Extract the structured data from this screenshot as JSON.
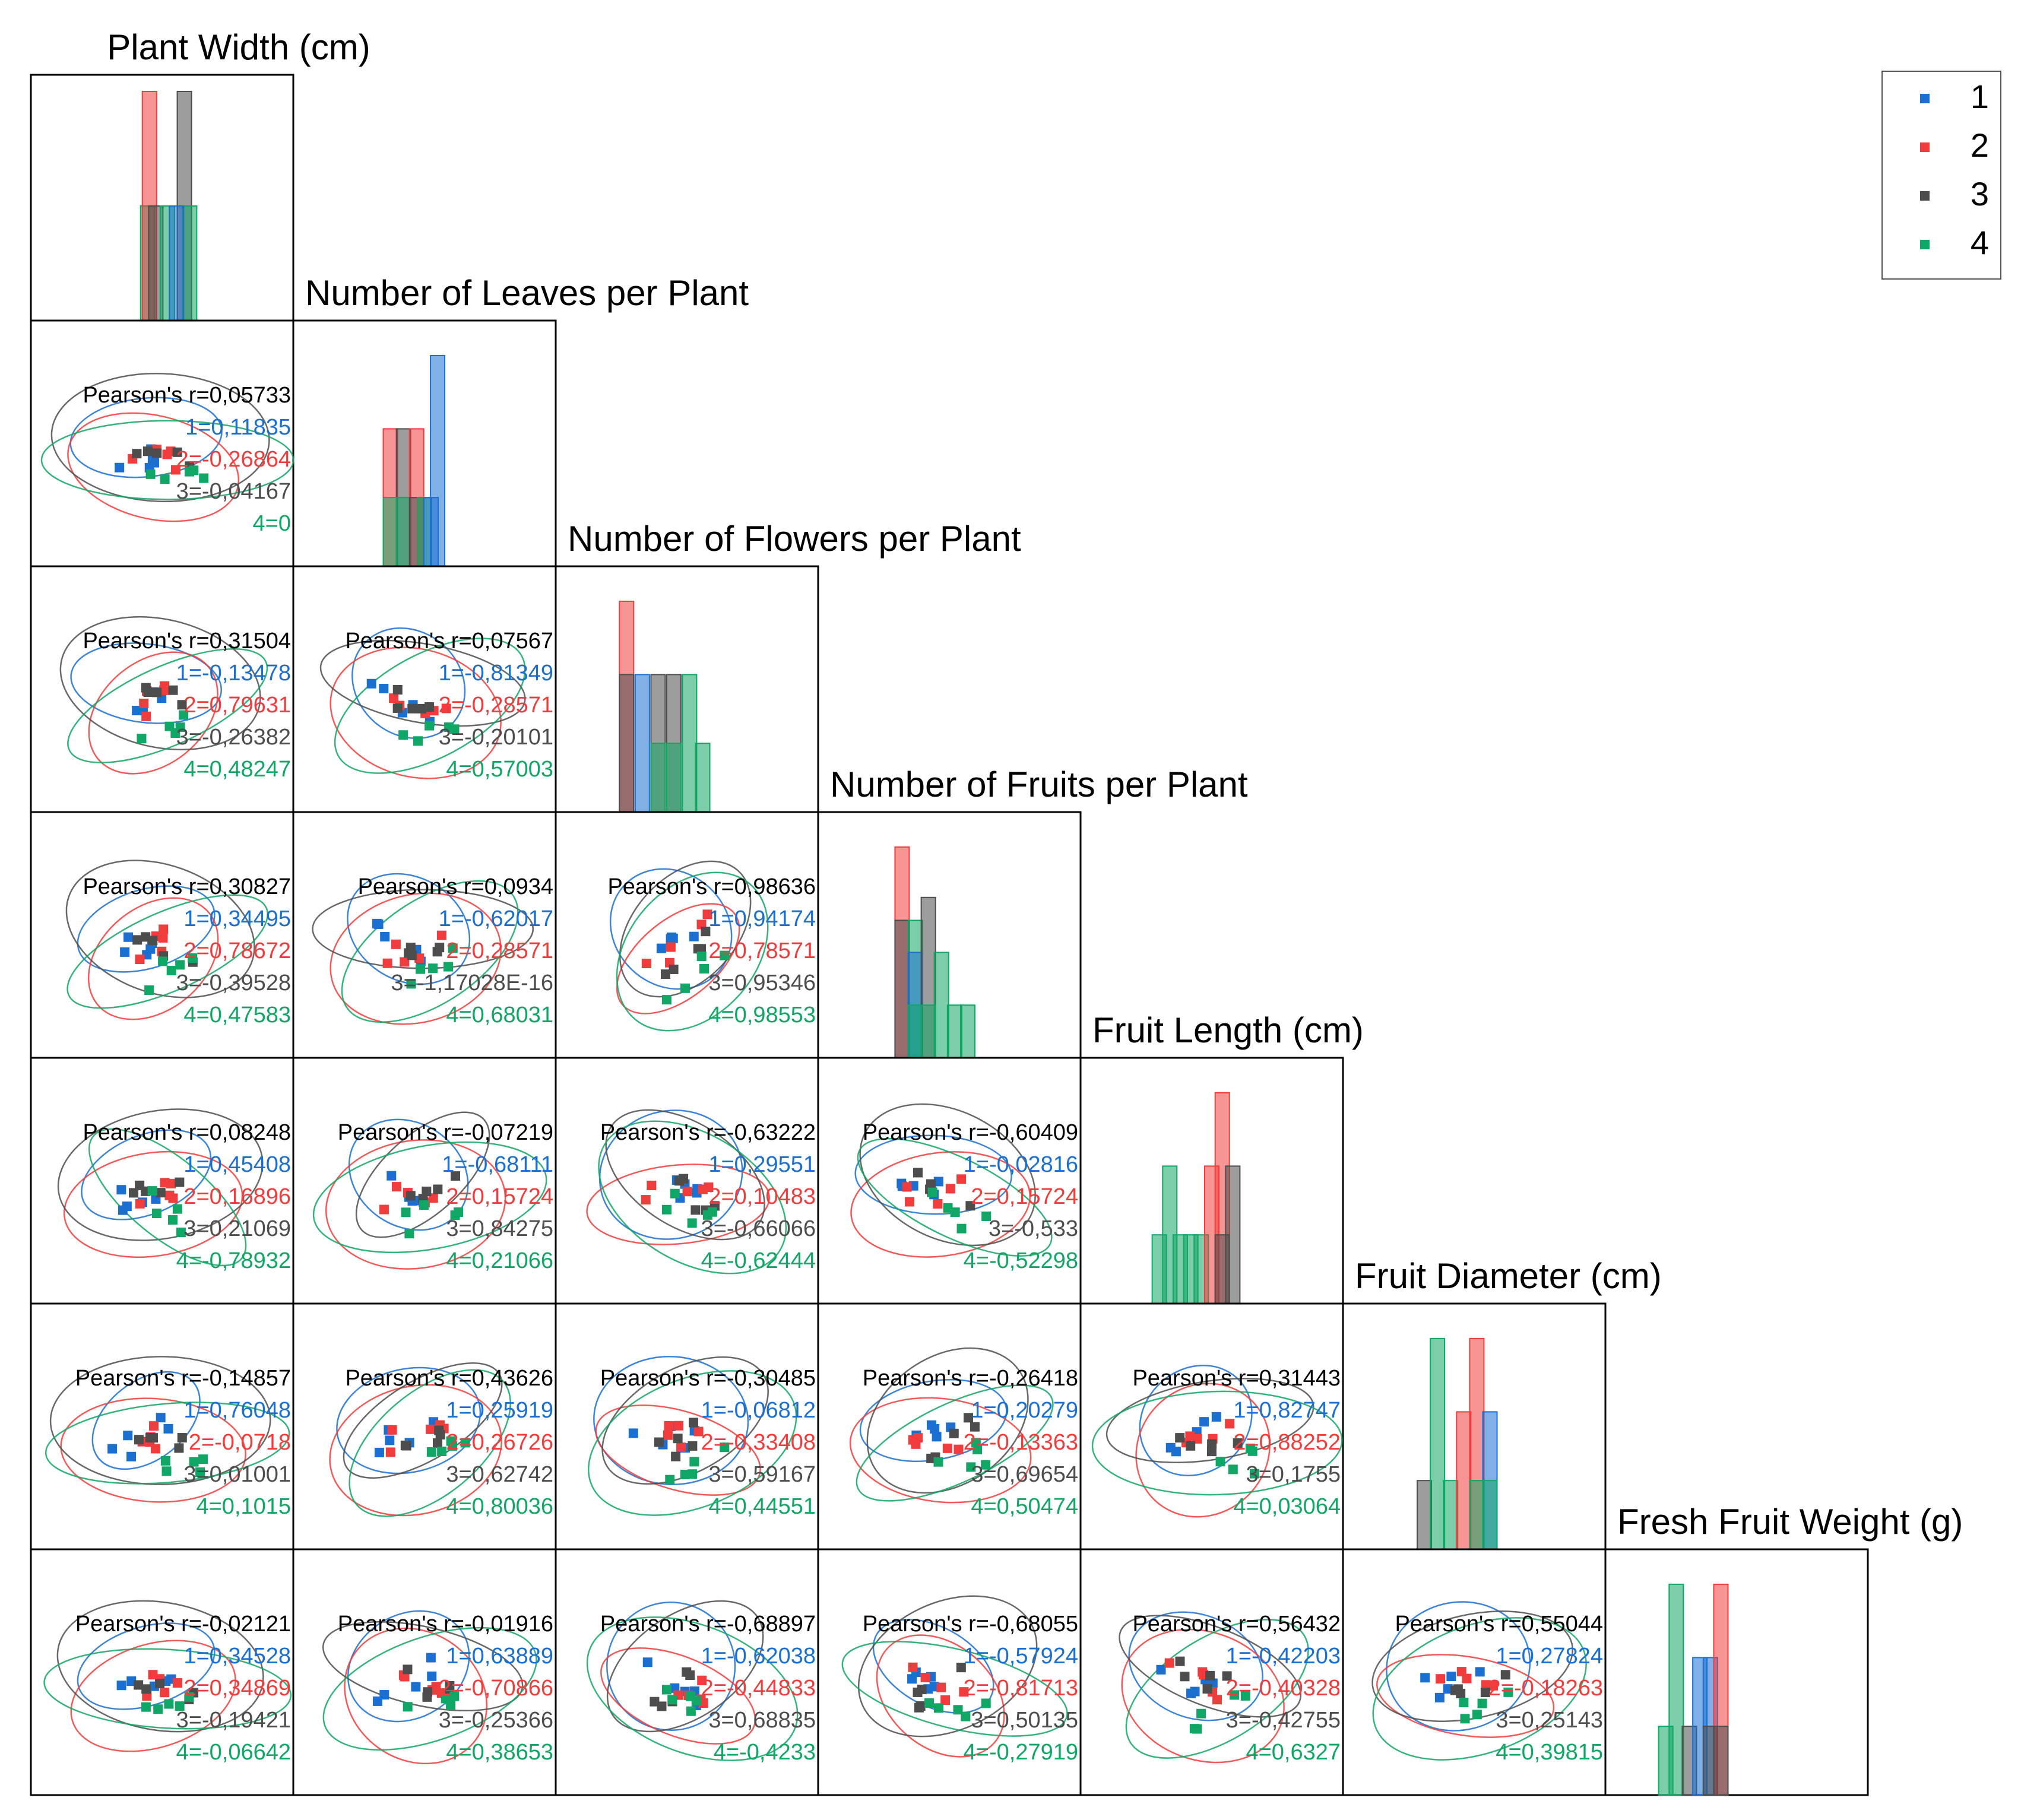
{
  "colors": {
    "1": "#1a6fd1",
    "2": "#f03c3c",
    "3": "#4d4d4d",
    "4": "#10a665",
    "pearson": "#000000"
  },
  "legend": {
    "placement": "top-right",
    "entries": [
      {
        "label": "1",
        "color_key": "1"
      },
      {
        "label": "2",
        "color_key": "2"
      },
      {
        "label": "3",
        "color_key": "3"
      },
      {
        "label": "4",
        "color_key": "4"
      }
    ]
  },
  "chart_data": {
    "type": "scatter-matrix",
    "variables": [
      "Plant Width (cm)",
      "Number of Leaves per Plant",
      "Number of Flowers per Plant",
      "Number of Fruits per Plant",
      "Fruit Length (cm)",
      "Fruit Diameter (cm)",
      "Fresh Fruit Weight (g)"
    ],
    "groups": [
      "1",
      "2",
      "3",
      "4"
    ],
    "histograms": [
      {
        "variable": "Plant Width (cm)",
        "bars": [
          {
            "group": "4",
            "pos": 0.445,
            "h": 0.5
          },
          {
            "group": "2",
            "pos": 0.452,
            "h": 1.0
          },
          {
            "group": "3",
            "pos": 0.476,
            "h": 0.5
          },
          {
            "group": "4",
            "pos": 0.52,
            "h": 0.5
          },
          {
            "group": "3",
            "pos": 0.585,
            "h": 1.0
          },
          {
            "group": "4",
            "pos": 0.605,
            "h": 0.5
          },
          {
            "group": "1",
            "pos": 0.555,
            "h": 0.5
          }
        ]
      },
      {
        "variable": "Number of Leaves per Plant",
        "bars": [
          {
            "group": "2",
            "pos": 0.37,
            "h": 0.6
          },
          {
            "group": "4",
            "pos": 0.37,
            "h": 0.3
          },
          {
            "group": "3",
            "pos": 0.42,
            "h": 0.6
          },
          {
            "group": "4",
            "pos": 0.42,
            "h": 0.3
          },
          {
            "group": "2",
            "pos": 0.47,
            "h": 0.6
          },
          {
            "group": "3",
            "pos": 0.47,
            "h": 0.3
          },
          {
            "group": "4",
            "pos": 0.5,
            "h": 0.3
          },
          {
            "group": "1",
            "pos": 0.525,
            "h": 0.3
          },
          {
            "group": "1",
            "pos": 0.55,
            "h": 0.92
          }
        ]
      },
      {
        "variable": "Number of Flowers per Plant",
        "bars": [
          {
            "group": "2",
            "pos": 0.27,
            "h": 0.92
          },
          {
            "group": "3",
            "pos": 0.27,
            "h": 0.6
          },
          {
            "group": "1",
            "pos": 0.33,
            "h": 0.6
          },
          {
            "group": "3",
            "pos": 0.39,
            "h": 0.6
          },
          {
            "group": "4",
            "pos": 0.39,
            "h": 0.3
          },
          {
            "group": "3",
            "pos": 0.45,
            "h": 0.6
          },
          {
            "group": "4",
            "pos": 0.45,
            "h": 0.3
          },
          {
            "group": "4",
            "pos": 0.51,
            "h": 0.6
          },
          {
            "group": "4",
            "pos": 0.56,
            "h": 0.3
          }
        ]
      },
      {
        "variable": "Number of Fruits per Plant",
        "bars": [
          {
            "group": "2",
            "pos": 0.32,
            "h": 0.92
          },
          {
            "group": "3",
            "pos": 0.32,
            "h": 0.6
          },
          {
            "group": "4",
            "pos": 0.37,
            "h": 0.6
          },
          {
            "group": "1",
            "pos": 0.37,
            "h": 0.46
          },
          {
            "group": "4",
            "pos": 0.37,
            "h": 0.23
          },
          {
            "group": "3",
            "pos": 0.42,
            "h": 0.7
          },
          {
            "group": "4",
            "pos": 0.42,
            "h": 0.23
          },
          {
            "group": "4",
            "pos": 0.47,
            "h": 0.46
          },
          {
            "group": "4",
            "pos": 0.52,
            "h": 0.23
          },
          {
            "group": "4",
            "pos": 0.57,
            "h": 0.23
          }
        ]
      },
      {
        "variable": "Fruit Length (cm)",
        "bars": [
          {
            "group": "4",
            "pos": 0.3,
            "h": 0.3
          },
          {
            "group": "4",
            "pos": 0.34,
            "h": 0.6
          },
          {
            "group": "4",
            "pos": 0.38,
            "h": 0.3
          },
          {
            "group": "4",
            "pos": 0.42,
            "h": 0.3
          },
          {
            "group": "4",
            "pos": 0.46,
            "h": 0.3
          },
          {
            "group": "2",
            "pos": 0.5,
            "h": 0.6
          },
          {
            "group": "2",
            "pos": 0.54,
            "h": 0.92
          },
          {
            "group": "3",
            "pos": 0.54,
            "h": 0.3
          },
          {
            "group": "3",
            "pos": 0.58,
            "h": 0.6
          }
        ]
      },
      {
        "variable": "Fruit Diameter (cm)",
        "bars": [
          {
            "group": "3",
            "pos": 0.31,
            "h": 0.3
          },
          {
            "group": "4",
            "pos": 0.36,
            "h": 0.92
          },
          {
            "group": "4",
            "pos": 0.41,
            "h": 0.3
          },
          {
            "group": "2",
            "pos": 0.46,
            "h": 0.6
          },
          {
            "group": "2",
            "pos": 0.51,
            "h": 0.92
          },
          {
            "group": "4",
            "pos": 0.51,
            "h": 0.3
          },
          {
            "group": "1",
            "pos": 0.56,
            "h": 0.6
          },
          {
            "group": "4",
            "pos": 0.56,
            "h": 0.3
          }
        ]
      },
      {
        "variable": "Fresh Fruit Weight (g)",
        "bars": [
          {
            "group": "4",
            "pos": 0.23,
            "h": 0.3
          },
          {
            "group": "4",
            "pos": 0.27,
            "h": 0.92
          },
          {
            "group": "3",
            "pos": 0.32,
            "h": 0.3
          },
          {
            "group": "1",
            "pos": 0.36,
            "h": 0.6
          },
          {
            "group": "1",
            "pos": 0.4,
            "h": 0.6
          },
          {
            "group": "3",
            "pos": 0.4,
            "h": 0.3
          },
          {
            "group": "2",
            "pos": 0.44,
            "h": 0.92
          },
          {
            "group": "3",
            "pos": 0.44,
            "h": 0.3
          }
        ]
      }
    ],
    "correlations": [
      {
        "row": 1,
        "col": 0,
        "pearson": "Pearson's r=0,05733",
        "g1": "1=0,11835",
        "g2": "2=-0,26864",
        "g3": "3=-0,04167",
        "g4": "4=0"
      },
      {
        "row": 2,
        "col": 0,
        "pearson": "Pearson's r=0,31504",
        "g1": "1=-0,13478",
        "g2": "2=0,79631",
        "g3": "3=-0,26382",
        "g4": "4=0,48247"
      },
      {
        "row": 2,
        "col": 1,
        "pearson": "Pearson's r=0,07567",
        "g1": "1=-0,81349",
        "g2": "2=-0,28571",
        "g3": "3=-0,20101",
        "g4": "4=0,57003"
      },
      {
        "row": 3,
        "col": 0,
        "pearson": "Pearson's r=0,30827",
        "g1": "1=0,34495",
        "g2": "2=0,78672",
        "g3": "3=-0,39528",
        "g4": "4=0,47583"
      },
      {
        "row": 3,
        "col": 1,
        "pearson": "Pearson's r=0,0934",
        "g1": "1=-0,62017",
        "g2": "2=0,28571",
        "g3": "3=-1,17028E-16",
        "g4": "4=0,68031"
      },
      {
        "row": 3,
        "col": 2,
        "pearson": "Pearson's r=0,98636",
        "g1": "1=0,94174",
        "g2": "2=0,78571",
        "g3": "3=0,95346",
        "g4": "4=0,98553"
      },
      {
        "row": 4,
        "col": 0,
        "pearson": "Pearson's r=0,08248",
        "g1": "1=0,45408",
        "g2": "2=0,16896",
        "g3": "3=0,21069",
        "g4": "4=-0,78932"
      },
      {
        "row": 4,
        "col": 1,
        "pearson": "Pearson's r=-0,07219",
        "g1": "1=-0,68111",
        "g2": "2=0,15724",
        "g3": "3=0,84275",
        "g4": "4=0,21066"
      },
      {
        "row": 4,
        "col": 2,
        "pearson": "Pearson's r=-0,63222",
        "g1": "1=0,29551",
        "g2": "2=0,10483",
        "g3": "3=-0,66066",
        "g4": "4=-0,62444"
      },
      {
        "row": 4,
        "col": 3,
        "pearson": "Pearson's r=-0,60409",
        "g1": "1=-0,02816",
        "g2": "2=0,15724",
        "g3": "3=-0,533",
        "g4": "4=-0,52298"
      },
      {
        "row": 5,
        "col": 0,
        "pearson": "Pearson's r=-0,14857",
        "g1": "1=0,76048",
        "g2": "2=-0,0718",
        "g3": "3=0,01001",
        "g4": "4=0,1015"
      },
      {
        "row": 5,
        "col": 1,
        "pearson": "Pearson's r=0,43626",
        "g1": "1=0,25919",
        "g2": "2=0,26726",
        "g3": "3=0,62742",
        "g4": "4=0,80036"
      },
      {
        "row": 5,
        "col": 2,
        "pearson": "Pearson's r=-0,30485",
        "g1": "1=-0,06812",
        "g2": "2=-0,33408",
        "g3": "3=0,59167",
        "g4": "4=0,44551"
      },
      {
        "row": 5,
        "col": 3,
        "pearson": "Pearson's r=-0,26418",
        "g1": "1=0,20279",
        "g2": "2=-0,13363",
        "g3": "3=0,69654",
        "g4": "4=0,50474"
      },
      {
        "row": 5,
        "col": 4,
        "pearson": "Pearson's r=0,31443",
        "g1": "1=0,82747",
        "g2": "2=0,88252",
        "g3": "3=0,1755",
        "g4": "4=0,03064"
      },
      {
        "row": 6,
        "col": 0,
        "pearson": "Pearson's r=-0,02121",
        "g1": "1=0,34528",
        "g2": "2=0,34869",
        "g3": "3=-0,19421",
        "g4": "4=-0,06642"
      },
      {
        "row": 6,
        "col": 1,
        "pearson": "Pearson's r=-0,01916",
        "g1": "1=0,63889",
        "g2": "2=-0,70866",
        "g3": "3=-0,25366",
        "g4": "4=0,38653"
      },
      {
        "row": 6,
        "col": 2,
        "pearson": "Pearson's r=-0,68897",
        "g1": "1=-0,62038",
        "g2": "2=-0,44833",
        "g3": "3=0,68835",
        "g4": "4=-0,4233"
      },
      {
        "row": 6,
        "col": 3,
        "pearson": "Pearson's r=-0,68055",
        "g1": "1=-0,57924",
        "g2": "2=-0,81713",
        "g3": "3=0,50135",
        "g4": "4=-0,27919"
      },
      {
        "row": 6,
        "col": 4,
        "pearson": "Pearson's r=0,56432",
        "g1": "1=-0,42203",
        "g2": "2=-0,40328",
        "g3": "3=-0,42755",
        "g4": "4=0,6327"
      },
      {
        "row": 6,
        "col": 5,
        "pearson": "Pearson's r=0,55044",
        "g1": "1=0,27824",
        "g2": "2=-0,18263",
        "g3": "3=0,25143",
        "g4": "4=0,39815"
      }
    ]
  }
}
